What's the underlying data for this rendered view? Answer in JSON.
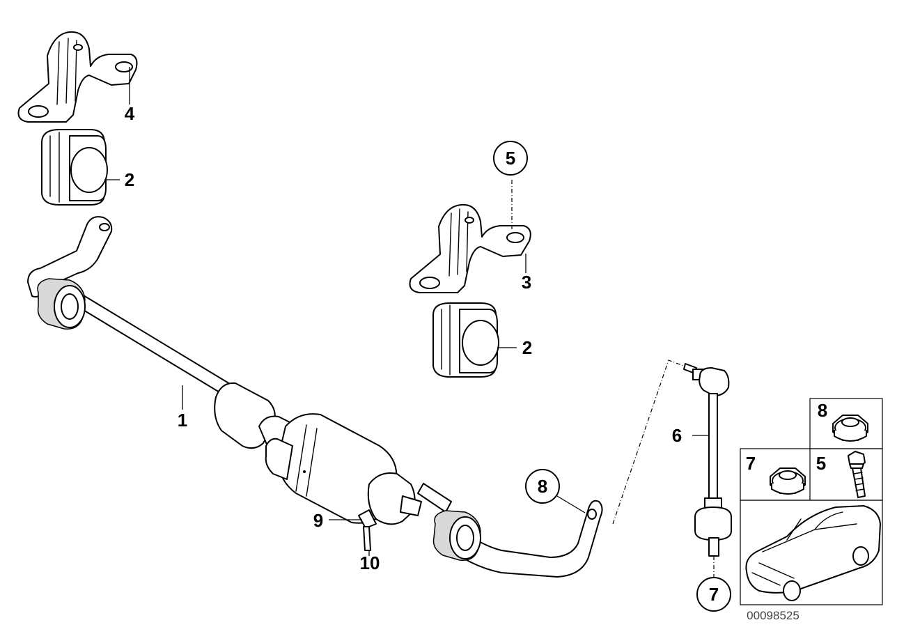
{
  "diagram_code": "00098525",
  "callouts": {
    "c1": "1",
    "c2a": "2",
    "c2b": "2",
    "c3": "3",
    "c4": "4",
    "c5_circle": "5",
    "c6": "6",
    "c7_circle": "7",
    "c8_circle": "8",
    "c9": "9",
    "c10": "10"
  },
  "legend": {
    "box8": "8",
    "box7": "7",
    "box5": "5"
  }
}
